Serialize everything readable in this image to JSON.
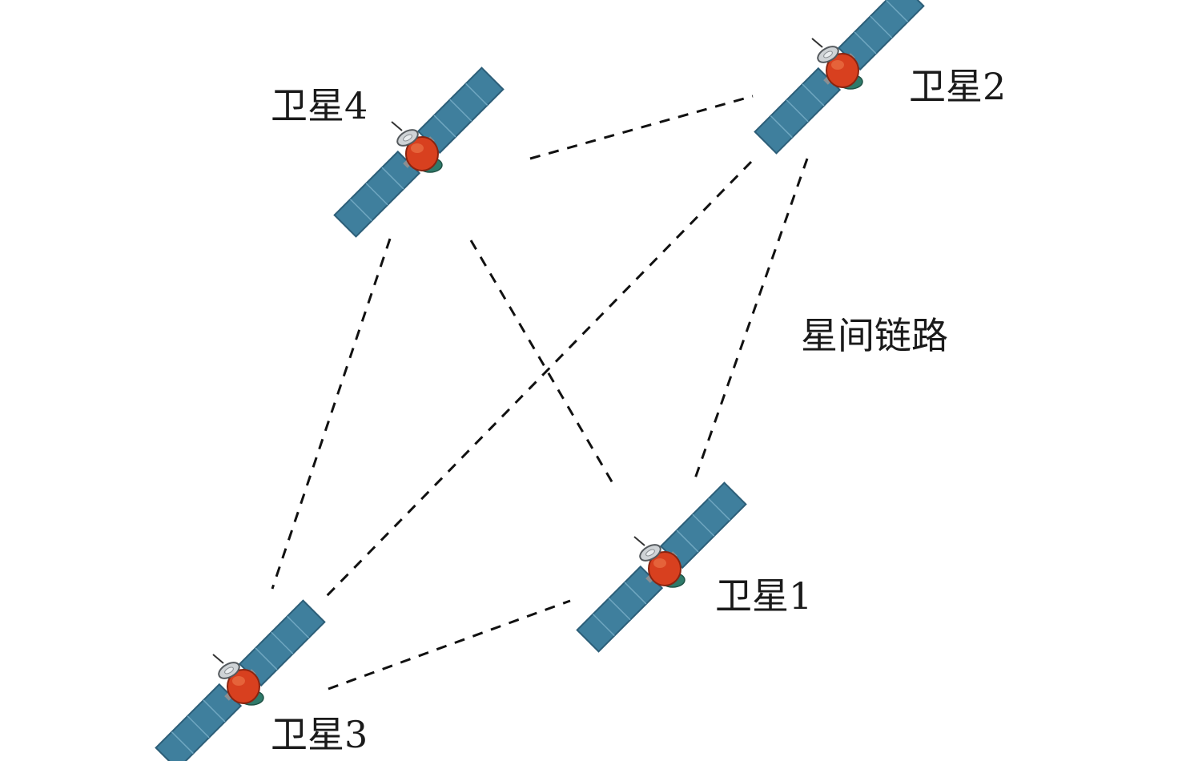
{
  "satellites": {
    "sat1": {
      "label": "卫星1"
    },
    "sat2": {
      "label": "卫星2"
    },
    "sat3": {
      "label": "卫星3"
    },
    "sat4": {
      "label": "卫星4"
    }
  },
  "link_label": "星间链路",
  "links": [
    {
      "from": "sat4",
      "to": "sat2"
    },
    {
      "from": "sat4",
      "to": "sat3"
    },
    {
      "from": "sat4",
      "to": "sat1"
    },
    {
      "from": "sat2",
      "to": "sat3"
    },
    {
      "from": "sat2",
      "to": "sat1"
    },
    {
      "from": "sat3",
      "to": "sat1"
    }
  ],
  "colors": {
    "solar_panel": "#3f7f9d",
    "satellite_body": "#d8401f",
    "dish": "#cfd3d6",
    "link": "#111111"
  },
  "icon": "satellite-icon"
}
